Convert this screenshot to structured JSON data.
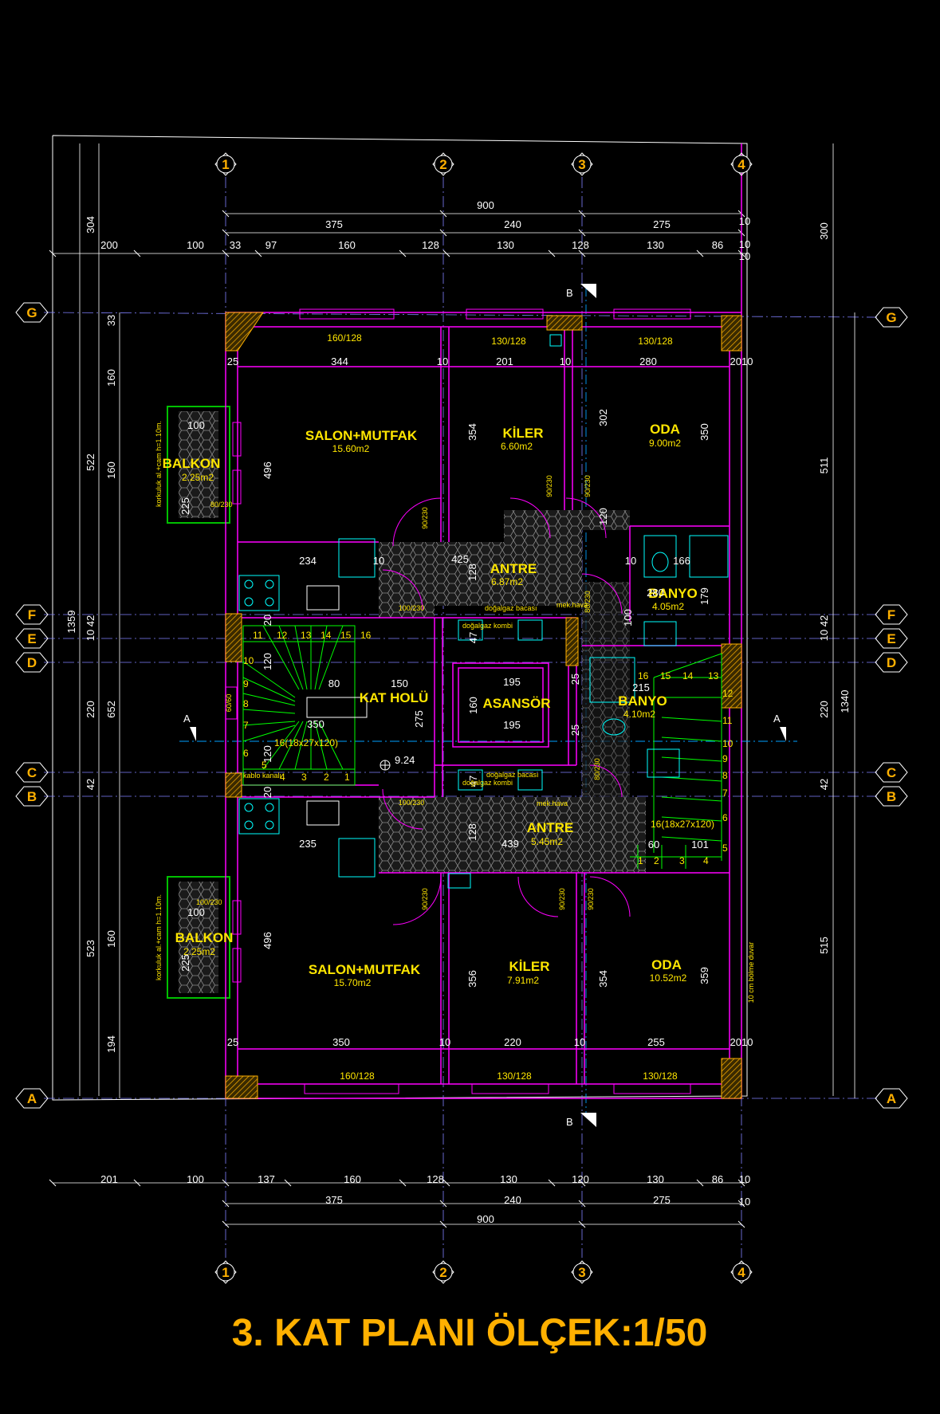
{
  "title": "3.  KAT  PLANI ÖLÇEK:1/50",
  "axes": {
    "vertical": [
      "1",
      "2",
      "3",
      "4"
    ],
    "horizontal": [
      "G",
      "F",
      "E",
      "D",
      "C",
      "B",
      "A"
    ]
  },
  "section_marks": [
    "B",
    "B",
    "A",
    "A"
  ],
  "dims_top": {
    "total": "900",
    "wall": "10",
    "bays": [
      "375",
      "240",
      "275",
      "10"
    ],
    "detail": [
      "200",
      "100",
      "33",
      "97",
      "160",
      "128",
      "130",
      "128",
      "130",
      "86",
      "10"
    ]
  },
  "dims_bottom": {
    "total": "900",
    "wall": "10",
    "bays": [
      "375",
      "240",
      "275",
      "10"
    ],
    "detail": [
      "201",
      "100",
      "137",
      "160",
      "128",
      "130",
      "120",
      "130",
      "86",
      "10"
    ]
  },
  "dims_left": {
    "total": "1359",
    "segments": [
      "304",
      "522",
      "10 42",
      "220",
      "652",
      "42",
      "523",
      "194"
    ],
    "inner": [
      "33",
      "160",
      "160",
      "160"
    ]
  },
  "dims_right": {
    "total": "1340",
    "segments": [
      "300",
      "511",
      "10 42",
      "220",
      "42",
      "515"
    ]
  },
  "rooms": [
    {
      "name": "SALON+MUTFAK",
      "area": "15.60m2"
    },
    {
      "name": "KİLER",
      "area": "6.60m2"
    },
    {
      "name": "ODA",
      "area": "9.00m2"
    },
    {
      "name": "BALKON",
      "area": "2.25m2"
    },
    {
      "name": "ANTRE",
      "area": "6.87m2"
    },
    {
      "name": "BANYO",
      "area": "4.05m2"
    },
    {
      "name": "KAT HOLÜ",
      "area": ""
    },
    {
      "name": "ASANSÖR",
      "area": ""
    },
    {
      "name": "BANYO",
      "area": "4.10m2"
    },
    {
      "name": "ANTRE",
      "area": "5.45m2"
    },
    {
      "name": "BALKON",
      "area": "2.25m2"
    },
    {
      "name": "SALON+MUTFAK",
      "area": "15.70m2"
    },
    {
      "name": "KİLER",
      "area": "7.91m2"
    },
    {
      "name": "ODA",
      "area": "10.52m2"
    }
  ],
  "windows": [
    "160/128",
    "130/128",
    "130/128",
    "160/128",
    "130/128",
    "130/128"
  ],
  "doors": [
    "90/230",
    "90/230",
    "90/230",
    "100/230",
    "80/230",
    "100/230",
    "90/230",
    "90/230",
    "90/230",
    "80/230",
    "80/230",
    "60/60",
    "100/230"
  ],
  "interior_dims": {
    "upper_row": [
      "25",
      "344",
      "10",
      "201",
      "10",
      "280",
      "2010"
    ],
    "lower_row": [
      "25",
      "350",
      "10",
      "220",
      "10",
      "255",
      "2010"
    ],
    "room_heights": [
      "496",
      "354",
      "302",
      "350",
      "496",
      "356",
      "354",
      "359"
    ],
    "misc": [
      "234",
      "10",
      "425",
      "10",
      "166",
      "179",
      "280",
      "100",
      "120",
      "80",
      "150",
      "350",
      "275",
      "195",
      "195",
      "160",
      "215",
      "235",
      "439",
      "60",
      "101",
      "128",
      "128",
      "120",
      "120",
      "25",
      "25",
      "20",
      "20",
      "47",
      "47",
      "9.24",
      "225",
      "225",
      "100",
      "100"
    ]
  },
  "stair_main": {
    "label": "16(18x27x120)",
    "steps": [
      "11",
      "12",
      "13",
      "14",
      "15",
      "16",
      "10",
      "9",
      "8",
      "7",
      "6",
      "5",
      "4",
      "3",
      "2",
      "1"
    ]
  },
  "stair_right": {
    "label": "16(18x27x120)",
    "steps": [
      "16",
      "15",
      "14",
      "13",
      "12",
      "11",
      "10",
      "9",
      "8",
      "7",
      "6",
      "5",
      "4",
      "3",
      "2",
      "1"
    ]
  },
  "notes": {
    "balcony_rail": "korkuluk al.+cam h=1.10m.",
    "cable_shaft": "kablo kanalı",
    "shaft_gas": "doğalgaz bacası",
    "shaft_air": "mek.hava",
    "kombi": "doğalgaz kombi",
    "partition": "10 cm bölme duvar"
  },
  "colors": {
    "axis": "#ffb000",
    "text": "#ffe600",
    "wall": "#ff00ff",
    "dim": "#ffffff",
    "fixture": "#00ffff",
    "stair": "#00ff00",
    "balcony": "#00c000"
  }
}
